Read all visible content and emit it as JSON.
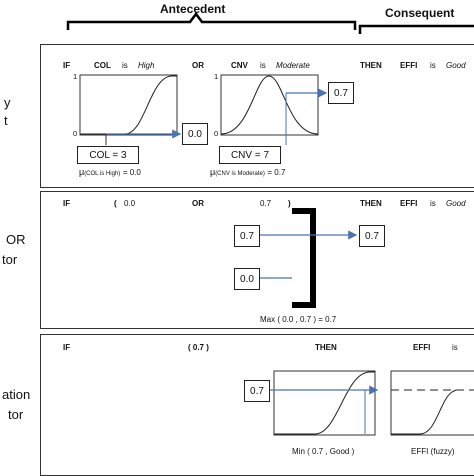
{
  "headers": {
    "antecedent": "Antecedent",
    "consequent": "Consequent"
  },
  "side_labels": {
    "step1_line1": "y",
    "step1_line2": "t",
    "step2_line1": "OR",
    "step2_line2": "tor",
    "step3_line1": "ation",
    "step3_line2": "tor"
  },
  "panel1": {
    "if": "IF",
    "col": "COL",
    "is1": "is",
    "high": "High",
    "or": "OR",
    "cnv": "CNV",
    "is2": "is",
    "moderate": "Moderate",
    "then": "THEN",
    "effi": "EFFI",
    "is3": "is",
    "good": "Good",
    "axis_one_a": "1",
    "axis_zero_a": "0",
    "axis_one_b": "1",
    "axis_zero_b": "0",
    "col_out": "0.0",
    "cnv_out": "0.7",
    "col_input": "COL = 3",
    "cnv_input": "CNV = 7",
    "mu_col_symbol": "μ",
    "mu_col_sub": "(COL is High)",
    "mu_col_val": "= 0.0",
    "mu_cnv_symbol": "μ",
    "mu_cnv_sub": "(CNV is Moderate)",
    "mu_cnv_val": "= 0.7"
  },
  "panel2": {
    "if": "IF",
    "paren_open": "(",
    "val_a": "0.0",
    "or": "OR",
    "val_b": "0.7",
    "paren_close": ")",
    "then": "THEN",
    "effi": "EFFI",
    "is": "is",
    "good": "Good",
    "in_top": "0.7",
    "in_bottom": "0.0",
    "out": "0.7",
    "max_label": "Max ( 0.0 , 0.7 ) = 0.7"
  },
  "panel3": {
    "if": "IF",
    "paren_val": "( 0.7 )",
    "then": "THEN",
    "effi": "EFFI",
    "is": "is",
    "in_val": "0.7",
    "min_label": "Min ( 0.7 , Good )",
    "effi_label": "EFFI (fuzzy)"
  },
  "colors": {
    "arrow": "#4a72b5",
    "line": "#333333",
    "bracket": "#000000"
  }
}
